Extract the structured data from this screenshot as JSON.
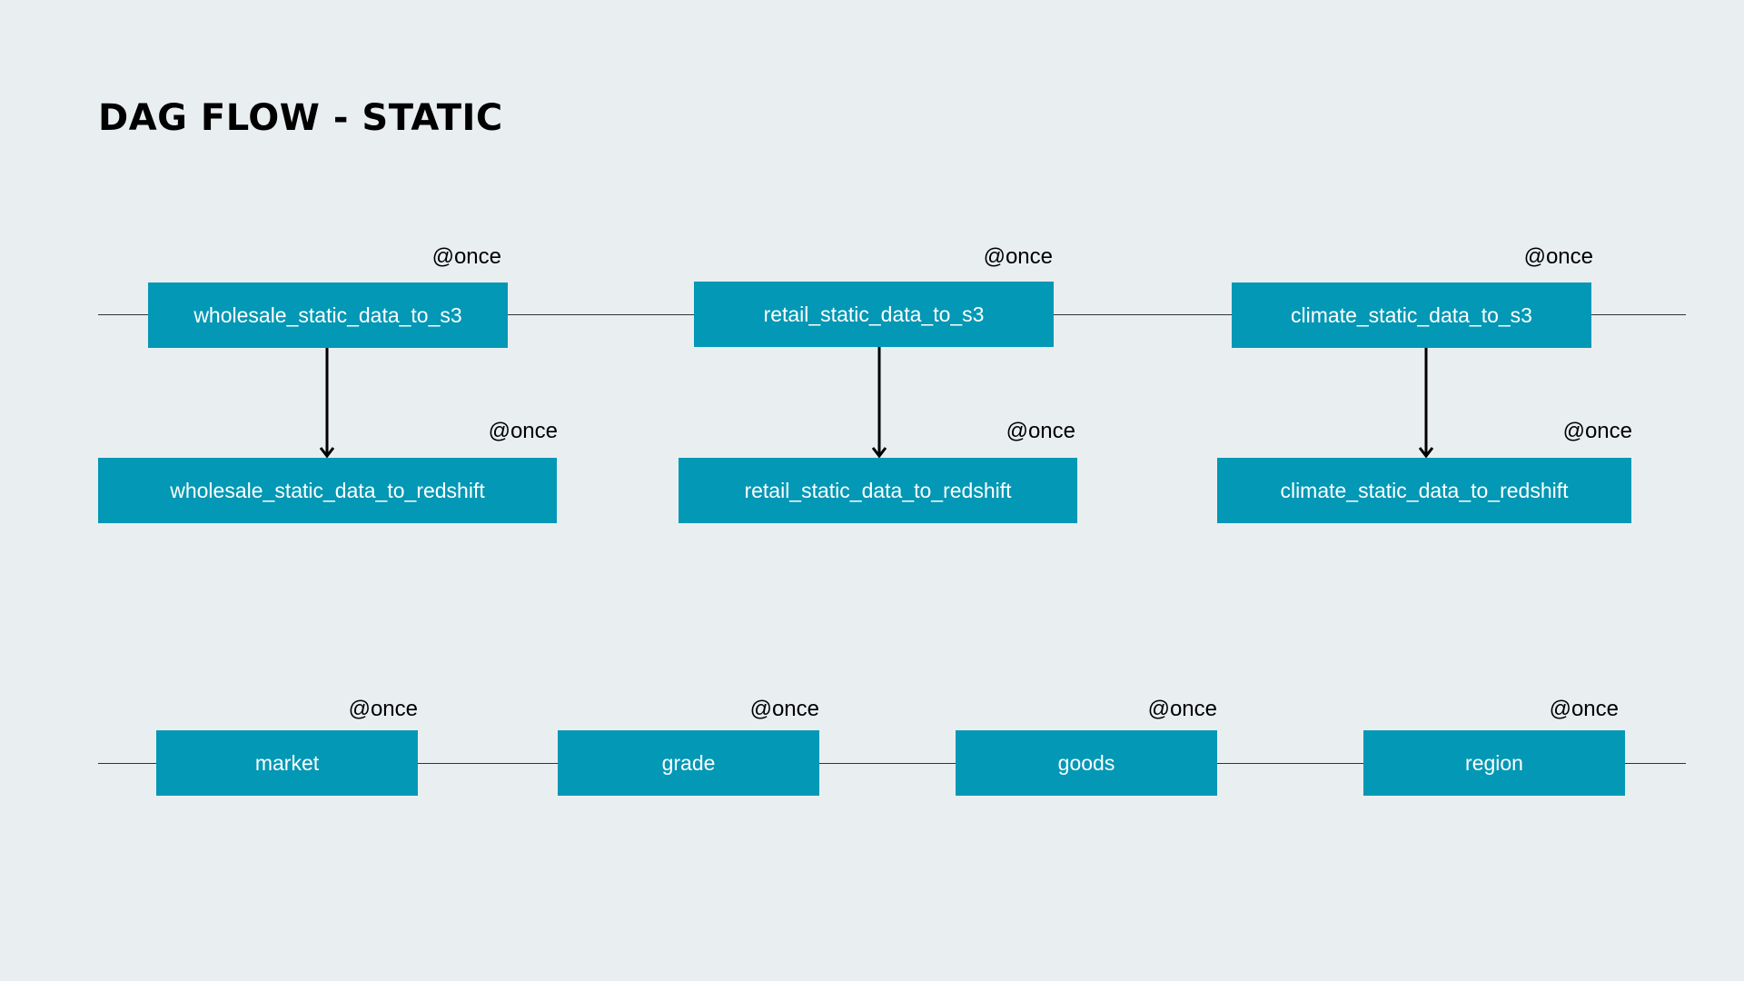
{
  "title": "DAG FLOW - STATIC",
  "colors": {
    "background": "#e9eef1",
    "task_fill": "#0398b5",
    "task_text": "#ffffff",
    "connector": "#000000"
  },
  "top_row": {
    "groups": [
      {
        "upstream": {
          "label": "wholesale_static_data_to_s3",
          "schedule": "@once"
        },
        "downstream": {
          "label": "wholesale_static_data_to_redshift",
          "schedule": "@once"
        }
      },
      {
        "upstream": {
          "label": "retail_static_data_to_s3",
          "schedule": "@once"
        },
        "downstream": {
          "label": "retail_static_data_to_redshift",
          "schedule": "@once"
        }
      },
      {
        "upstream": {
          "label": "climate_static_data_to_s3",
          "schedule": "@once"
        },
        "downstream": {
          "label": "climate_static_data_to_redshift",
          "schedule": "@once"
        }
      }
    ]
  },
  "bottom_row": {
    "tasks": [
      {
        "label": "market",
        "schedule": "@once"
      },
      {
        "label": "grade",
        "schedule": "@once"
      },
      {
        "label": "goods",
        "schedule": "@once"
      },
      {
        "label": "region",
        "schedule": "@once"
      }
    ]
  }
}
